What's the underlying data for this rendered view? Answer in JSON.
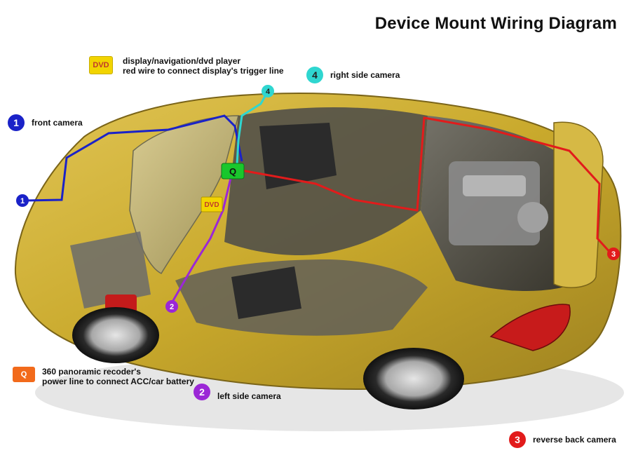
{
  "title": "Device Mount Wiring Diagram",
  "colors": {
    "front_camera": "#1a22c8",
    "left_camera": "#9b27d6",
    "reverse_camera": "#e21b1b",
    "right_camera": "#2fd6d0",
    "recorder_power": "#19c72c",
    "dvd": "#f2d400",
    "car_body": "#c9a92c"
  },
  "legend": {
    "dvd": {
      "badge": "DVD",
      "line1": "display/navigation/dvd player",
      "line2": "red wire to connect display's trigger line"
    },
    "right_camera": {
      "badge": "4",
      "label": "right side camera"
    },
    "front_camera": {
      "badge": "1",
      "label": "front camera"
    },
    "recorder": {
      "badge": "Q",
      "line1": "360 panoramic recoder's",
      "line2": "power line to connect ACC/car battery"
    },
    "left_camera": {
      "badge": "2",
      "label": "left side camera"
    },
    "reverse_camera": {
      "badge": "3",
      "label": "reverse back camera"
    }
  },
  "markers": {
    "front": "1",
    "left": "2",
    "reverse": "3",
    "right": "4",
    "recorder": "Q",
    "dvd": "DVD"
  }
}
